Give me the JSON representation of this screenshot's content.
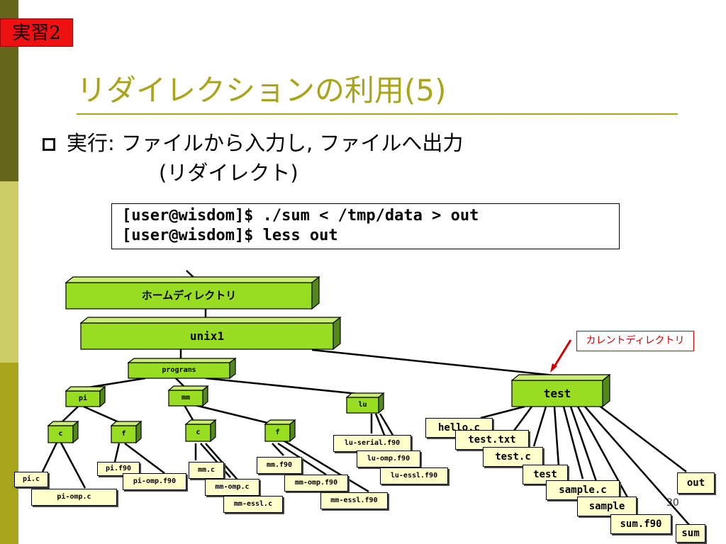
{
  "badge": "実習2",
  "title": "リダイレクションの利用(5)",
  "bullet": {
    "line1": "実行:  ファイルから入力し, ファイルへ出力",
    "line2": "(リダイレクト)"
  },
  "commands": [
    "[user@wisdom]$ ./sum < /tmp/data > out",
    "[user@wisdom]$ less out"
  ],
  "tree": {
    "home": "ホームディレクトリ",
    "unix1": "unix1",
    "programs": "programs",
    "pi": "pi",
    "mm": "mm",
    "lu": "lu",
    "test": "test",
    "pi_c": "c",
    "pi_f": "f",
    "mm_c": "c",
    "mm_f": "f",
    "files": {
      "pi_c_file": "pi.c",
      "pi_omp_c": "pi-omp.c",
      "pi_f90": "pi.f90",
      "pi_omp_f90": "pi-omp.f90",
      "mm_c_file": "mm.c",
      "mm_omp_c": "mm-omp.c",
      "mm_essl_c": "mm-essl.c",
      "mm_f90": "mm.f90",
      "mm_omp_f90": "mm-omp.f90",
      "mm_essl_f90": "mm-essl.f90",
      "lu_serial_f90": "lu-serial.f90",
      "lu_omp_f90": "lu-omp.f90",
      "lu_essl_f90": "lu-essl.f90",
      "hello_c": "hello.c",
      "test_txt": "test.txt",
      "test_c": "test.c",
      "test_file": "test",
      "sample_c": "sample.c",
      "sample": "sample",
      "sum_f90": "sum.f90",
      "sum": "sum",
      "out": "out"
    }
  },
  "callout": "カレントディレクトリ",
  "page_number": "30",
  "colors": {
    "title": "#a8a51a",
    "folder_green": "#99dd22",
    "file_yellow": "#ffffcc",
    "callout_red": "#cc0000",
    "badge_red": "#ee1111",
    "strip_dark": "#66661a",
    "strip_light": "#cccc66"
  }
}
